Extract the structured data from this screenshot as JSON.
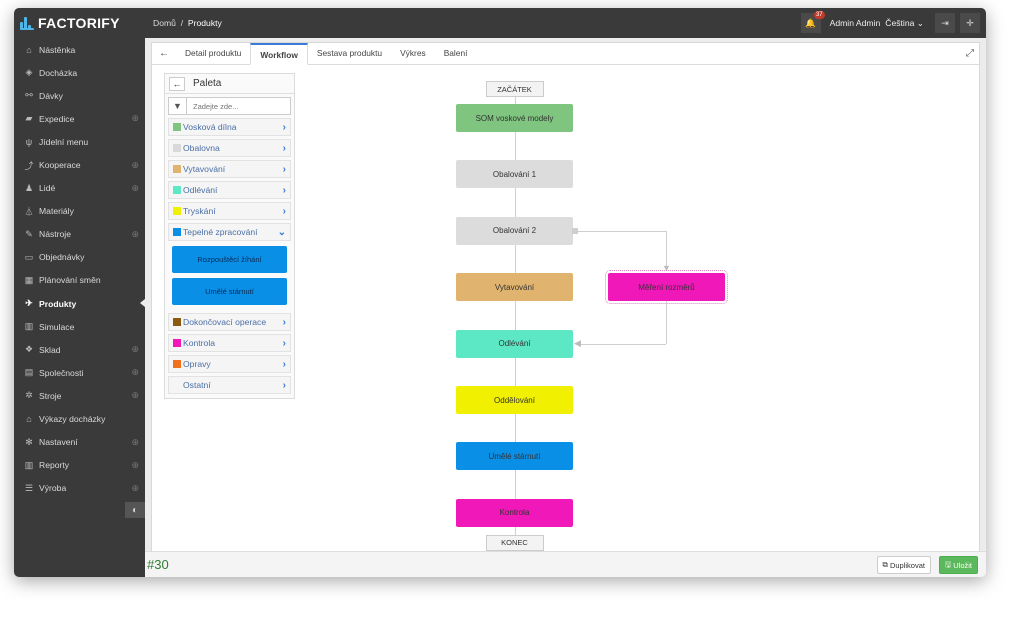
{
  "app": {
    "logo_text": "FACTORIFY",
    "breadcrumb": {
      "home": "Domů",
      "separator": "/",
      "current": "Produkty"
    },
    "notifications": {
      "count": "37"
    },
    "user": "Admin Admin",
    "language": "Čeština"
  },
  "sidebar": {
    "items": [
      {
        "label": "Nástěnka",
        "icon": "home-icon",
        "plus": false
      },
      {
        "label": "Docházka",
        "icon": "tag-icon",
        "plus": false
      },
      {
        "label": "Dávky",
        "icon": "link-icon",
        "plus": false
      },
      {
        "label": "Expedice",
        "icon": "truck-icon",
        "plus": true
      },
      {
        "label": "Jídelní menu",
        "icon": "cutlery-icon",
        "plus": false
      },
      {
        "label": "Kooperace",
        "icon": "share-icon",
        "plus": true
      },
      {
        "label": "Lidé",
        "icon": "user-icon",
        "plus": true
      },
      {
        "label": "Materiály",
        "icon": "flask-icon",
        "plus": false
      },
      {
        "label": "Nástroje",
        "icon": "wrench-icon",
        "plus": true
      },
      {
        "label": "Objednávky",
        "icon": "cart-icon",
        "plus": false
      },
      {
        "label": "Plánování směn",
        "icon": "calendar-icon",
        "plus": false
      },
      {
        "label": "Produkty",
        "icon": "plane-icon",
        "plus": false,
        "active": true
      },
      {
        "label": "Simulace",
        "icon": "chart-icon",
        "plus": false
      },
      {
        "label": "Sklad",
        "icon": "cubes-icon",
        "plus": true
      },
      {
        "label": "Společnosti",
        "icon": "building-icon",
        "plus": true
      },
      {
        "label": "Stroje",
        "icon": "cogs-icon",
        "plus": true
      },
      {
        "label": "Výkazy docházky",
        "icon": "bank-icon",
        "plus": false
      },
      {
        "label": "Nastavení",
        "icon": "gear-icon",
        "plus": true
      },
      {
        "label": "Reporty",
        "icon": "bar-chart-icon",
        "plus": true
      },
      {
        "label": "Výroba",
        "icon": "tasks-icon",
        "plus": true
      }
    ]
  },
  "tabs": [
    {
      "label": "Detail produktu",
      "active": false
    },
    {
      "label": "Workflow",
      "active": true
    },
    {
      "label": "Sestava produktu",
      "active": false
    },
    {
      "label": "Výkres",
      "active": false
    },
    {
      "label": "Balení",
      "active": false
    }
  ],
  "palette": {
    "title": "Paleta",
    "search_placeholder": "Zadejte zde...",
    "categories": [
      {
        "label": "Vosková dílna",
        "color": "#7fc47f"
      },
      {
        "label": "Obalovna",
        "color": "#d9d9d9"
      },
      {
        "label": "Vytavování",
        "color": "#e0b46e"
      },
      {
        "label": "Odlévání",
        "color": "#5de8c5"
      },
      {
        "label": "Tryskání",
        "color": "#f0f000"
      },
      {
        "label": "Tepelné zpracování",
        "color": "#0a8fe6",
        "expanded": true,
        "items": [
          "Rozpouštěcí žíhání",
          "Umělé stárnutí"
        ]
      },
      {
        "label": "Dokončovací operace",
        "color": "#8b5a10"
      },
      {
        "label": "Kontrola",
        "color": "#f018b8"
      },
      {
        "label": "Opravy",
        "color": "#f07020"
      },
      {
        "label": "Ostatní",
        "color": "#f5f5f5"
      }
    ]
  },
  "workflow": {
    "start": "ZAČÁTEK",
    "end": "KONEC",
    "steps": [
      {
        "label": "SOM voskové modely",
        "color": "#7fc47f"
      },
      {
        "label": "Obalování 1",
        "color": "#dcdcdc"
      },
      {
        "label": "Obalování 2",
        "color": "#dcdcdc"
      },
      {
        "label": "Vytavování",
        "color": "#e0b46e"
      },
      {
        "label": "Odlévání",
        "color": "#5de8c5"
      },
      {
        "label": "Oddělování",
        "color": "#f0f000"
      },
      {
        "label": "Umělé stárnutí",
        "color": "#0a8fe6"
      },
      {
        "label": "Kontrola",
        "color": "#f018b8"
      }
    ],
    "branch": {
      "label": "Měření rozměrů",
      "color": "#f018b8"
    }
  },
  "footer": {
    "order_number": "#30",
    "duplicate_label": "Duplikovat",
    "save_label": "Uložit"
  }
}
